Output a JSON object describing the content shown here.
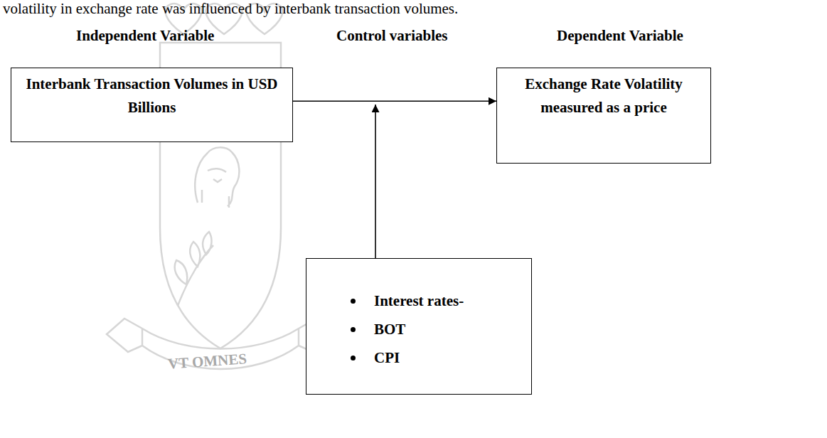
{
  "diagram": {
    "nodes": [
      {
        "text": [
          "Interbank Transaction Volumes in USD Billions"
        ]
      },
      {
        "text": [
          "Exchange Rate Volatility measured as a price"
        ]
      },
      {
        "text": [
          "Interest rates-",
          "BOT",
          "CPI"
        ]
      }
    ],
    "edges": [
      {
        "from": 0,
        "to": 1,
        "arrow": "to"
      }
    ],
    "labels": [
      "volatility in exchange rate was influenced by interbank transaction volumes.",
      "Independent Variable",
      "Control variables",
      "Dependent Variable",
      "VT OMNES"
    ]
  }
}
